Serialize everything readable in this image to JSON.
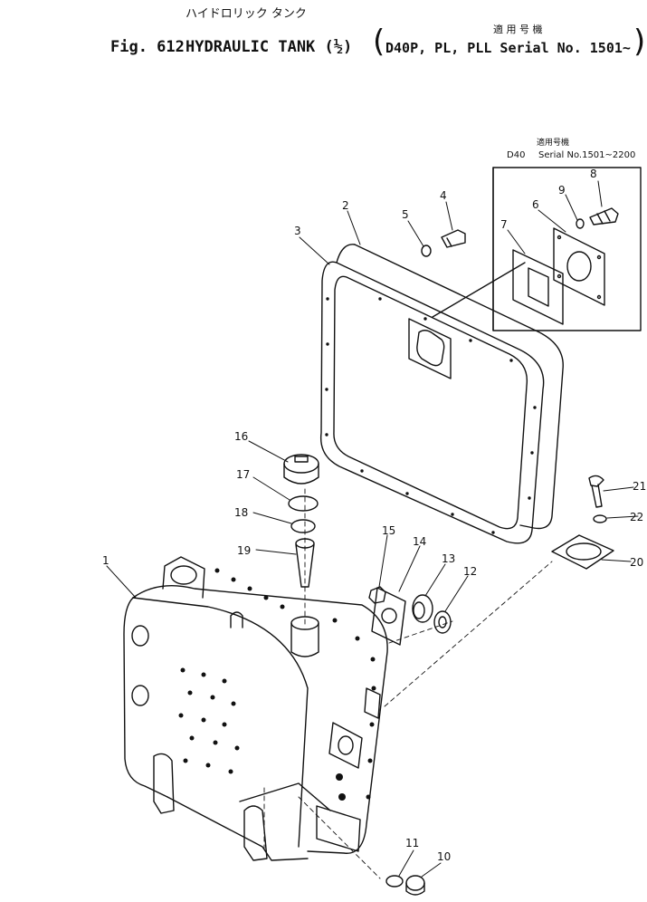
{
  "header": {
    "jp_title": "ハイドロリック タンク",
    "jp_serial": "適 用 号 機",
    "fig_label": "Fig. 612",
    "title": "HYDRAULIC TANK (½)",
    "paren_open": "(",
    "serial": "D40P, PL, PLL Serial No. 1501~",
    "paren_close": ")"
  },
  "inset": {
    "jp_label": "適用号機",
    "model": "D40",
    "serial": "Serial No.1501~2200"
  },
  "callouts": [
    "1",
    "2",
    "3",
    "4",
    "5",
    "6",
    "7",
    "8",
    "9",
    "10",
    "11",
    "12",
    "13",
    "14",
    "15",
    "16",
    "17",
    "18",
    "19",
    "20",
    "21",
    "22"
  ]
}
